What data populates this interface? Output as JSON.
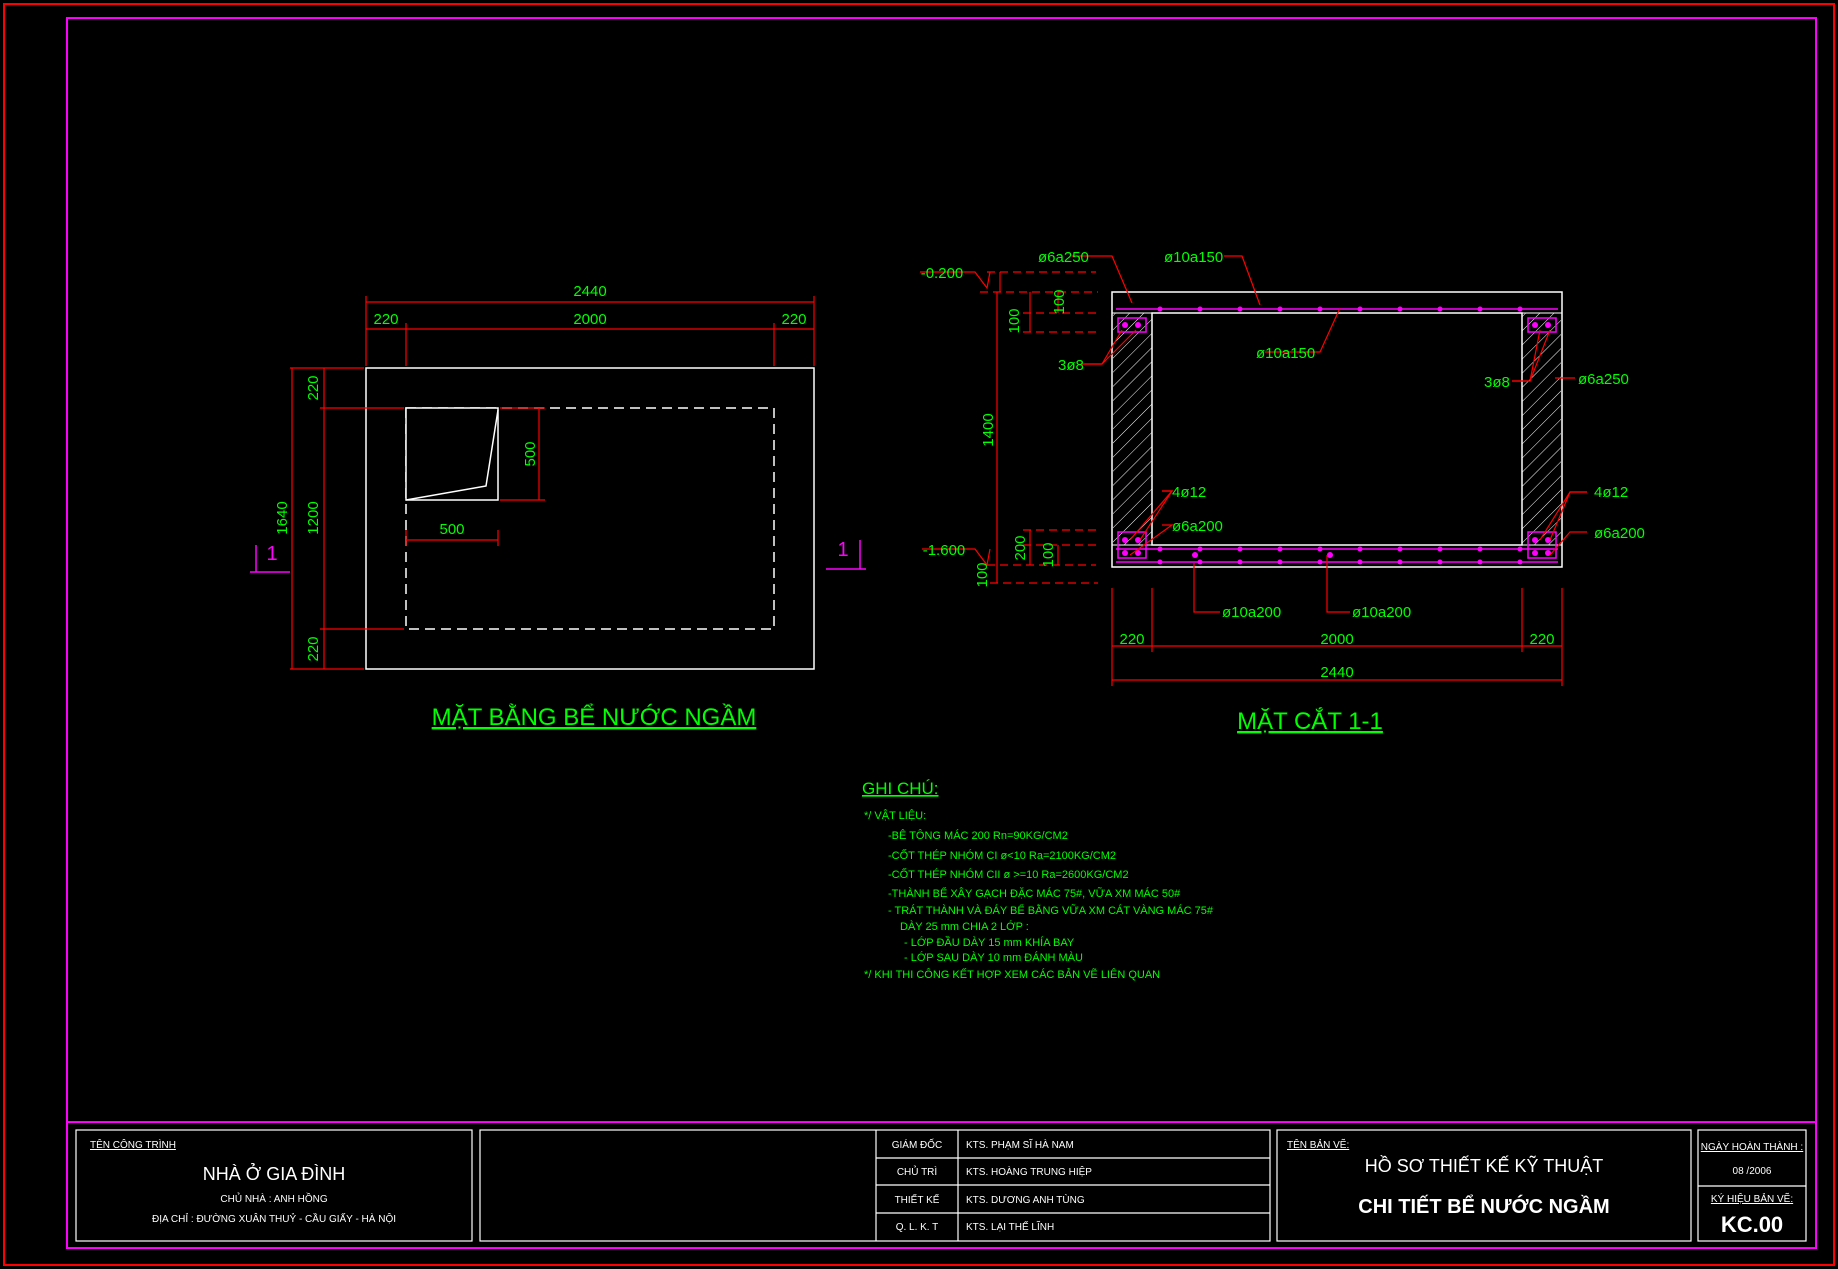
{
  "plan": {
    "title": "MẶT BẰNG BỂ NƯỚC NGẦM",
    "dims": {
      "total_w": "2440",
      "left": "220",
      "mid": "2000",
      "right": "220",
      "total_h": "1640",
      "top": "220",
      "mid_h": "1200",
      "bottom": "220",
      "hatch_w": "500",
      "hatch_h": "500"
    },
    "cut_mark": "1"
  },
  "section": {
    "title": "MẶT CẮT 1-1",
    "levels": {
      "top": "-0.200",
      "bottom": "-1.600"
    },
    "dims": {
      "d100a": "100",
      "d100b": "100",
      "d1400": "1400",
      "d200": "200",
      "d100c": "100",
      "d100d": "100",
      "left": "220",
      "mid": "2000",
      "right": "220",
      "total": "2440"
    },
    "rebar": {
      "r1": "ø6a250",
      "r2": "ø10a150",
      "r3": "ø10a150",
      "r4": "3ø8",
      "r5": "3ø8",
      "r6": "ø6a250",
      "r7": "4ø12",
      "r8": "ø6a200",
      "r9": "4ø12",
      "r10": "ø6a200",
      "r11": "ø10a200",
      "r12": "ø10a200"
    }
  },
  "notes": {
    "heading": "GHI CHÚ:",
    "lines": [
      "*/ VẬT LIỆU:",
      "-BÊ TÔNG MÁC 200 Rn=90KG/CM2",
      "-CỐT THÉP NHÓM CI ø<10 Ra=2100KG/CM2",
      "-CỐT THÉP NHÓM CII ø >=10 Ra=2600KG/CM2",
      "-THÀNH BỂ XÂY GẠCH ĐẶC MÁC 75#, VỮA XM MÁC 50#",
      "- TRÁT THÀNH VÀ ĐÁY BỂ BẰNG VỮA XM CÁT VÀNG MÁC 75#",
      "DÀY 25 mm CHIA 2 LỚP :",
      "- LỚP ĐẦU DÀY 15 mm KHÍA BAY",
      "- LỚP SAU DÀY 10 mm ĐÁNH MÀU",
      "*/ KHI THI CÔNG KẾT HỢP XEM CÁC BẢN VẼ LIÊN QUAN"
    ]
  },
  "title_block": {
    "project_label": "TÊN CÔNG TRÌNH",
    "project_name": "NHÀ Ở GIA ĐÌNH",
    "owner": "CHỦ NHÀ : ANH HỒNG",
    "address": "ĐỊA CHỈ : ĐƯỜNG XUÂN THUỶ - CẦU GIẤY - HÀ NỘI",
    "roles": [
      {
        "role": "GIÁM ĐỐC",
        "name": "KTS. PHẠM SĨ HÀ NAM"
      },
      {
        "role": "CHỦ TRÌ",
        "name": "KTS. HOÀNG TRUNG HIỆP"
      },
      {
        "role": "THIẾT KẾ",
        "name": "KTS. DƯƠNG ANH TÙNG"
      },
      {
        "role": "Q. L. K. T",
        "name": "KTS. LẠI THẾ LĨNH"
      }
    ],
    "drawing_label": "TÊN BẢN VẼ:",
    "drawing_title1": "HỒ SƠ THIẾT KẾ KỸ THUẬT",
    "drawing_title2": "CHI TIẾT BỂ NƯỚC NGẦM",
    "date_label": "NGÀY HOÀN THÀNH :",
    "date": "08 /2006",
    "code_label": "KÝ HIỆU BẢN VẼ:",
    "code": "KC.00"
  },
  "colors": {
    "frame_red": "#ff0000",
    "frame_magenta": "#ff00ff",
    "text_green": "#00ff00",
    "dim_red": "#ff0000"
  }
}
